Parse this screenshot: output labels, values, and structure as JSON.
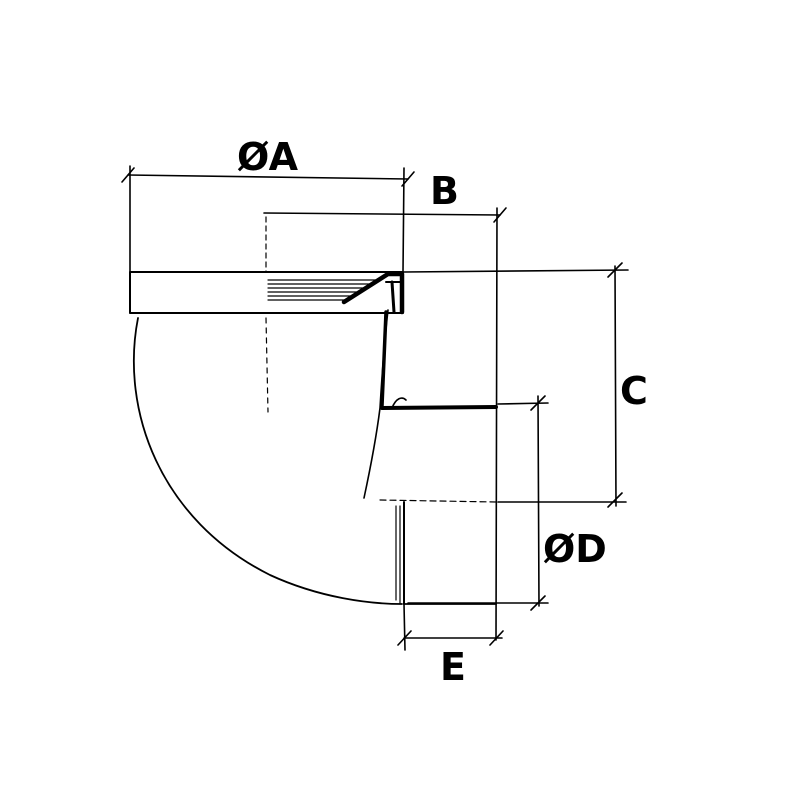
{
  "labels": {
    "a": "ØA",
    "b": "B",
    "c": "C",
    "d": "ØD",
    "e": "E"
  },
  "colors": {
    "line": "#000000",
    "background": "#ffffff"
  }
}
